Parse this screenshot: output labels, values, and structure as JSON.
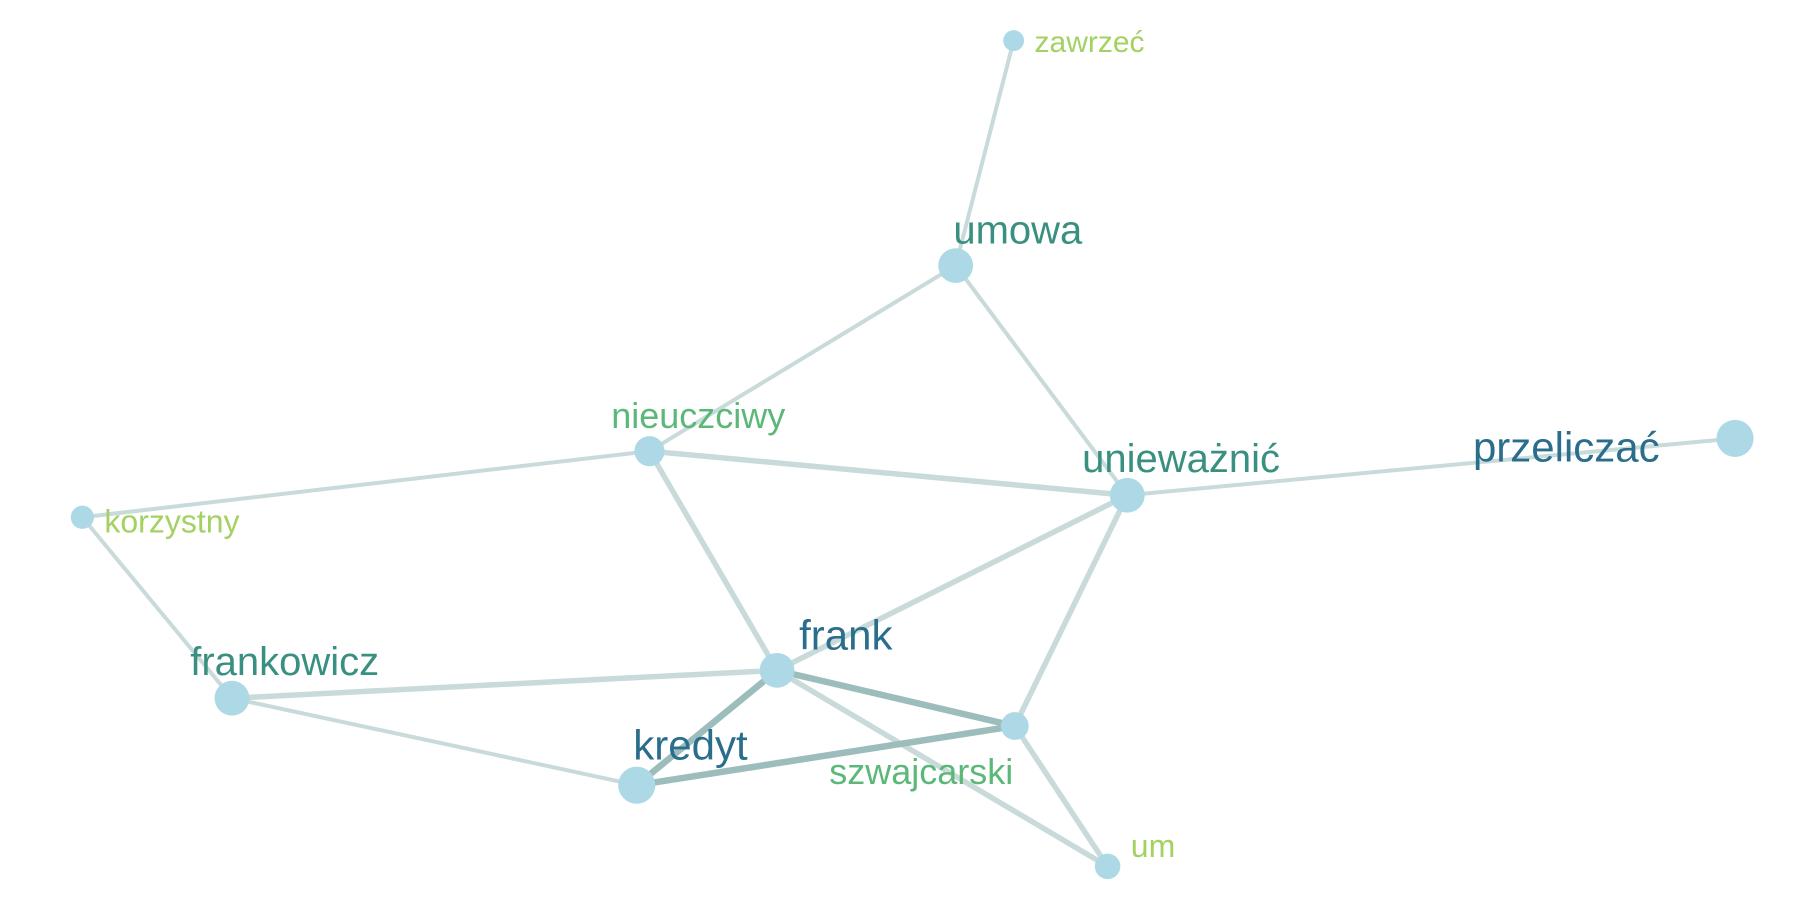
{
  "colors": {
    "node_fill": "#add8e6",
    "edge": "#c9dadb",
    "edge_strong": "#9dbdbd",
    "label_dark": "#2a6e8c",
    "label_teal": "#3a9080",
    "label_green": "#5cb878",
    "label_lime": "#a3d162"
  },
  "nodes": [
    {
      "id": "zawrzec",
      "label": "zawrzeć",
      "color_key": "label_lime",
      "weight": 1
    },
    {
      "id": "umowa",
      "label": "umowa",
      "color_key": "label_teal",
      "weight": 3
    },
    {
      "id": "nieuczciwy",
      "label": "nieuczciwy",
      "color_key": "label_green",
      "weight": 2
    },
    {
      "id": "uniewaznic",
      "label": "unieważnić",
      "color_key": "label_teal",
      "weight": 3
    },
    {
      "id": "przeliczac",
      "label": "przeliczać",
      "color_key": "label_dark",
      "weight": 4
    },
    {
      "id": "korzystny",
      "label": "korzystny",
      "color_key": "label_lime",
      "weight": 1
    },
    {
      "id": "frankowicz",
      "label": "frankowicz",
      "color_key": "label_teal",
      "weight": 3
    },
    {
      "id": "frank",
      "label": "frank",
      "color_key": "label_dark",
      "weight": 3
    },
    {
      "id": "kredyt",
      "label": "kredyt",
      "color_key": "label_dark",
      "weight": 4
    },
    {
      "id": "szwajcarski",
      "label": "szwajcarski",
      "color_key": "label_green",
      "weight": 2
    },
    {
      "id": "um",
      "label": "um",
      "color_key": "label_lime",
      "weight": 1
    }
  ],
  "edges": [
    {
      "source": "zawrzec",
      "target": "umowa",
      "weight": 1
    },
    {
      "source": "umowa",
      "target": "nieuczciwy",
      "weight": 1
    },
    {
      "source": "umowa",
      "target": "uniewaznic",
      "weight": 1
    },
    {
      "source": "nieuczciwy",
      "target": "uniewaznic",
      "weight": 2
    },
    {
      "source": "nieuczciwy",
      "target": "korzystny",
      "weight": 1
    },
    {
      "source": "nieuczciwy",
      "target": "frank",
      "weight": 2
    },
    {
      "source": "uniewaznic",
      "target": "przeliczac",
      "weight": 1
    },
    {
      "source": "uniewaznic",
      "target": "frank",
      "weight": 2
    },
    {
      "source": "uniewaznic",
      "target": "szwajcarski",
      "weight": 2
    },
    {
      "source": "korzystny",
      "target": "frankowicz",
      "weight": 1
    },
    {
      "source": "frankowicz",
      "target": "frank",
      "weight": 2
    },
    {
      "source": "frankowicz",
      "target": "kredyt",
      "weight": 1
    },
    {
      "source": "frank",
      "target": "kredyt",
      "weight": 3
    },
    {
      "source": "frank",
      "target": "szwajcarski",
      "weight": 3
    },
    {
      "source": "frank",
      "target": "um",
      "weight": 2
    },
    {
      "source": "kredyt",
      "target": "szwajcarski",
      "weight": 3
    },
    {
      "source": "szwajcarski",
      "target": "um",
      "weight": 2
    }
  ]
}
